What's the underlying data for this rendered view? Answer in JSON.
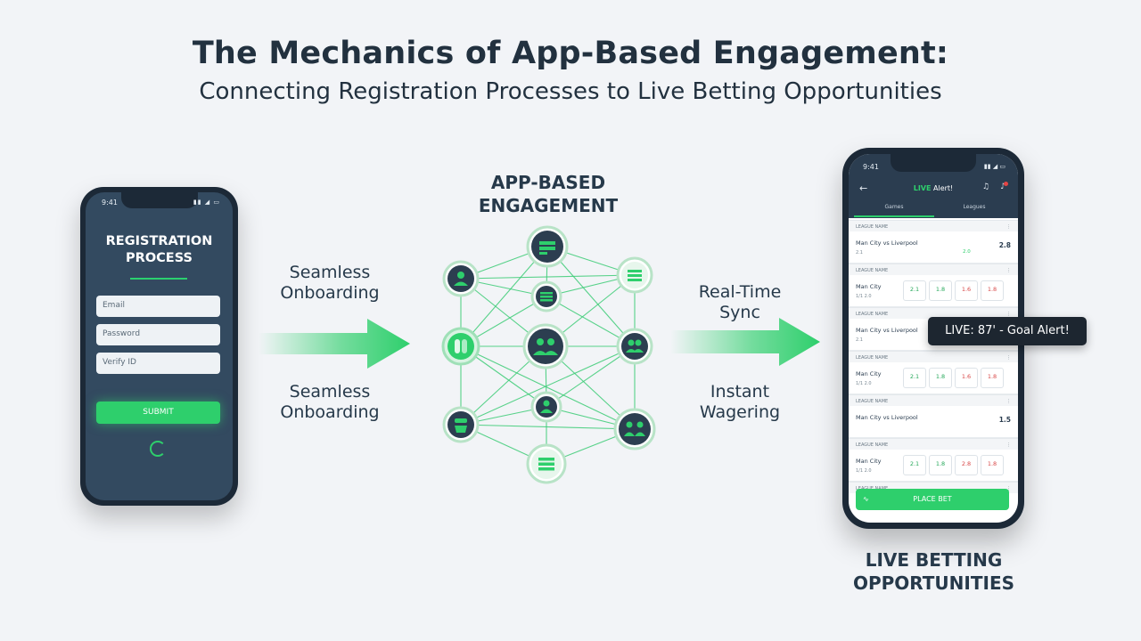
{
  "title": {
    "main": "The Mechanics of App-Based Engagement:",
    "sub": "Connecting Registration Processes to Live Betting Opportunities"
  },
  "registration": {
    "status_time": "9:41",
    "heading": "REGISTRATION PROCESS",
    "email_placeholder": "Email",
    "password_placeholder": "Password",
    "verify_placeholder": "Verify ID",
    "submit_label": "SUBMIT"
  },
  "flows": {
    "left_top": "Seamless Onboarding",
    "left_bottom": "Seamless Onboarding",
    "right_top": "Real-Time Sync",
    "right_bottom": "Instant Wagering"
  },
  "hub": {
    "label": "APP-BASED ENGAGEMENT"
  },
  "live": {
    "status_time": "9:41",
    "app_name_accent": "LIVE",
    "app_name_rest": "Alert!",
    "tab_1": "Games",
    "tab_2": "Leagues",
    "rows": [
      {
        "type": "header",
        "label": "LEAGUE NAME"
      },
      {
        "type": "match",
        "match": "Man City vs Liverpool",
        "sub": "2.1",
        "mid": "2.0",
        "right": "2.8"
      },
      {
        "type": "header",
        "label": "LEAGUE NAME"
      },
      {
        "type": "odds",
        "match": "Man City",
        "sub": "1/1  2.0",
        "odds": [
          "2.1",
          "1.8",
          "1.6",
          "1.8"
        ]
      },
      {
        "type": "header",
        "label": "LEAGUE NAME"
      },
      {
        "type": "match",
        "match": "Man City vs Liverpool",
        "sub": "2.1",
        "mid": "",
        "right": ""
      },
      {
        "type": "header",
        "label": "LEAGUE NAME"
      },
      {
        "type": "odds",
        "match": "Man City",
        "sub": "1/1  2.0",
        "odds": [
          "2.1",
          "1.8",
          "1.6",
          "1.8"
        ]
      },
      {
        "type": "header",
        "label": "LEAGUE NAME"
      },
      {
        "type": "match",
        "match": "Man City vs Liverpool",
        "sub": "",
        "mid": "",
        "right": "1.5"
      },
      {
        "type": "header",
        "label": "LEAGUE NAME"
      },
      {
        "type": "odds",
        "match": "Man City",
        "sub": "1/1  2.0",
        "odds": [
          "2.1",
          "1.8",
          "2.8",
          "1.8"
        ]
      },
      {
        "type": "header",
        "label": "LEAGUE NAME"
      }
    ],
    "place_bet_label": "PLACE BET",
    "toast": "LIVE: 87' - Goal Alert!",
    "caption": "LIVE BETTING OPPORTUNITIES"
  },
  "colors": {
    "accent": "#2ecf6c",
    "navy": "#2b3d50",
    "node_fill": "#2c3e50",
    "background": "#f2f4f7"
  }
}
